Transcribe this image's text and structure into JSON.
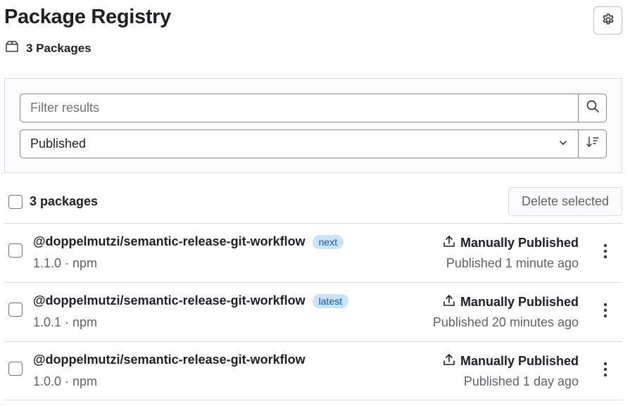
{
  "header": {
    "title": "Package Registry",
    "package_count_label": "3 Packages"
  },
  "filters": {
    "search_placeholder": "Filter results",
    "sort_selected": "Published"
  },
  "bulk": {
    "select_all_label": "3 packages",
    "delete_selected_label": "Delete selected"
  },
  "packages": [
    {
      "name": "@doppelmutzi/semantic-release-git-workflow",
      "tag": "next",
      "meta": "1.1.0 · npm",
      "publish_type": "Manually Published",
      "published_time": "Published 1 minute ago"
    },
    {
      "name": "@doppelmutzi/semantic-release-git-workflow",
      "tag": "latest",
      "meta": "1.0.1 · npm",
      "publish_type": "Manually Published",
      "published_time": "Published 20 minutes ago"
    },
    {
      "name": "@doppelmutzi/semantic-release-git-workflow",
      "tag": "",
      "meta": "1.0.0 · npm",
      "publish_type": "Manually Published",
      "published_time": "Published 1 day ago"
    }
  ],
  "icons": {
    "settings": "gear-icon",
    "package": "package-icon",
    "search": "search-icon",
    "dropdown": "chevron-down-icon",
    "sort_direction": "sort-lowest-icon",
    "publish": "upload-icon",
    "more_actions": "ellipsis-v-icon"
  }
}
